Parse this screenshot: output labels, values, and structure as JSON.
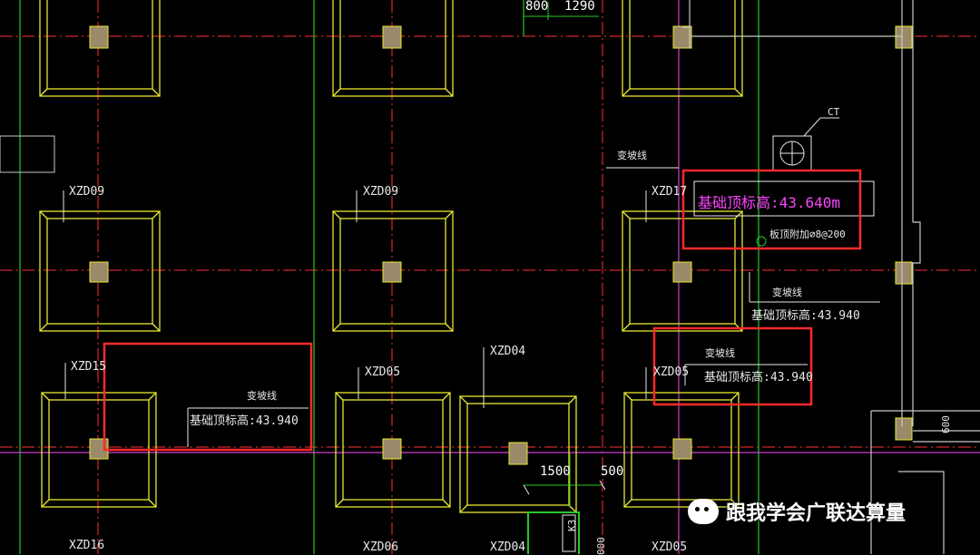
{
  "dimensions": {
    "d1": "800",
    "d2": "1290",
    "d3": "1500",
    "d4": "500",
    "d5": "600",
    "d6": "000",
    "d7": "K3"
  },
  "callout_ct": "CT",
  "labels": {
    "xzd09_left": "XZD09",
    "xzd09_mid": "XZD09",
    "xzd17": "XZD17",
    "xzd15": "XZD15",
    "xzd05_a": "XZD05",
    "xzd04_a": "XZD04",
    "xzd05_b": "XZD05",
    "xzd16": "XZD16",
    "xzd06": "XZD06",
    "xzd04_b": "XZD04",
    "xzd05_c": "XZD05"
  },
  "annotations": {
    "slope_line_top": "变坡线",
    "elev_magenta": "基础顶标高:43.640m",
    "rebar_note": "板顶附加⌀8@200",
    "slope_line_right": "变坡线",
    "elev_right": "基础顶标高:43.940",
    "slope_line_box": "变坡线",
    "elev_box": "基础顶标高:43.940",
    "slope_line_left": "变坡线",
    "elev_left": "基础顶标高:43.940"
  },
  "watermark": "跟我学会广联达算量",
  "colors": {
    "footing": "#e8e832",
    "axis": "#ff3030",
    "grid": "#28c828",
    "magenta": "#d040d0",
    "wall": "#c8c8c8",
    "highlight": "#ff2a2a"
  }
}
